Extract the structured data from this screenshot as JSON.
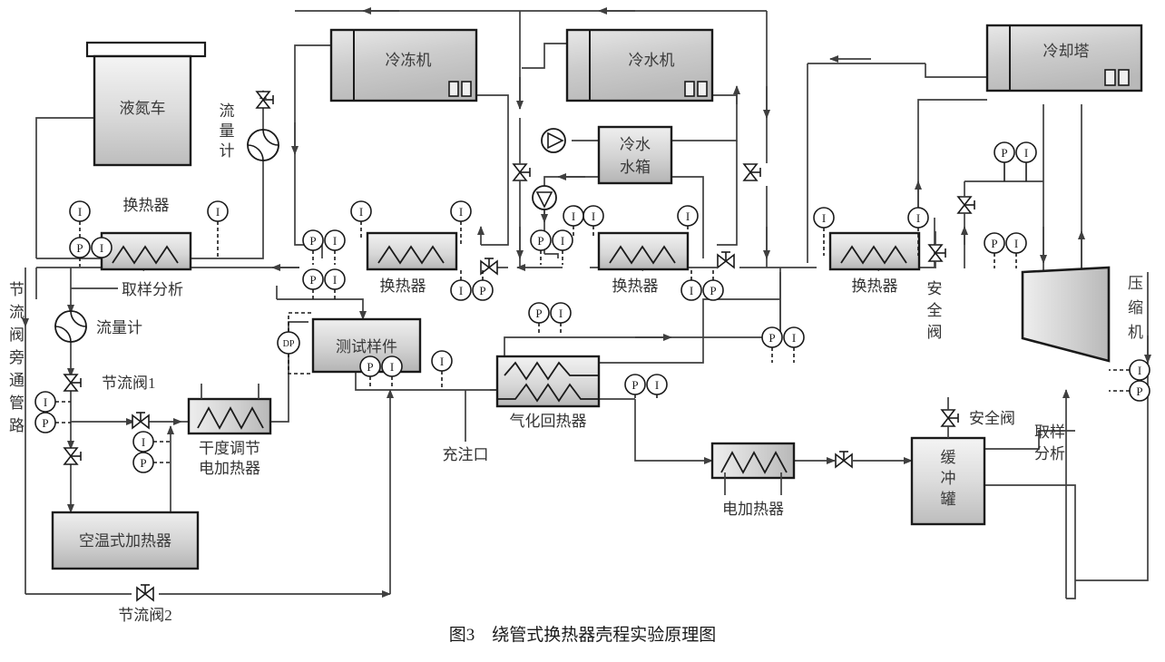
{
  "figure": {
    "caption": "图3　绕管式换热器壳程实验原理图",
    "caption_number": "图3",
    "caption_title": "绕管式换热器壳程实验原理图"
  },
  "equipment": {
    "ln2_truck": "液氮车",
    "freezer": "冷冻机",
    "chiller": "冷水机",
    "cold_water_tank": "冷水\n水箱",
    "cold_water_tank_line1": "冷水",
    "cold_water_tank_line2": "水箱",
    "cooling_tower": "冷却塔",
    "compressor": "压缩机",
    "compressor_c1": "压",
    "compressor_c2": "缩",
    "compressor_c3": "机",
    "heat_exchanger": "换热器",
    "test_specimen": "测试样件",
    "vaporizing_regenerator": "气化回热器",
    "dryness_heater_line1": "干度调节",
    "dryness_heater_line2": "电加热器",
    "ambient_heater": "空温式加热器",
    "electric_heater": "电加热器",
    "buffer_tank_c1": "缓",
    "buffer_tank_c2": "冲",
    "buffer_tank_c3": "罐"
  },
  "labels": {
    "flow_meter": "流量计",
    "flow_meter_v1": "流",
    "flow_meter_v2": "量",
    "flow_meter_v3": "计",
    "sampling_analysis": "取样分析",
    "sampling_analysis_r1": "取样",
    "sampling_analysis_r2": "分析",
    "throttle_valve_1": "节流阀1",
    "throttle_valve_2": "节流阀2",
    "bypass_line": "节流阀旁通管路",
    "bypass_chars": [
      "节",
      "流",
      "阀",
      "旁",
      "通",
      "管",
      "路"
    ],
    "safety_valve": "安全阀",
    "safety_valve_c1": "安",
    "safety_valve_c2": "全",
    "safety_valve_c3": "阀",
    "filling_port": "充注口"
  },
  "instruments": {
    "temperature": "I",
    "pressure": "P",
    "differential_pressure": "DP"
  },
  "heat_exchangers": [
    {
      "id": "hx-ln2",
      "label": "换热器"
    },
    {
      "id": "hx-freezer",
      "label": "换热器"
    },
    {
      "id": "hx-chiller",
      "label": "换热器"
    },
    {
      "id": "hx-cooling",
      "label": "换热器"
    }
  ],
  "colors": {
    "line": "#3f3f3f",
    "equipment_border": "#1a1a1a",
    "fill_light": "#f2f2f2",
    "fill_mid": "#c8c8c8",
    "fill_dark": "#a8a8a8",
    "text": "#333333"
  }
}
